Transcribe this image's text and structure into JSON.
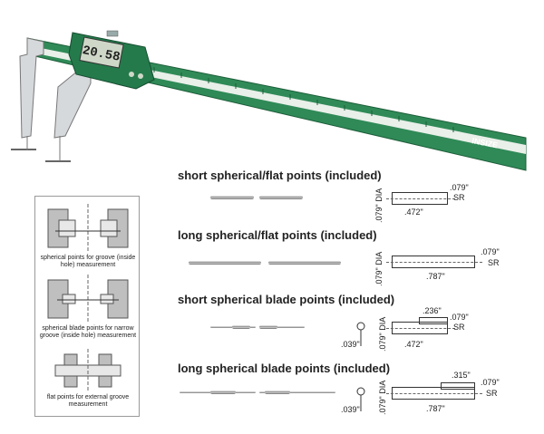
{
  "caliper": {
    "display_value": "20.58",
    "brand_label": "INSIZE"
  },
  "legend": {
    "items": [
      {
        "caption": "spherical points for groove (inside hole) measurement"
      },
      {
        "caption": "spherical blade points for narrow groove (inside hole) measurement"
      },
      {
        "caption": "flat points for external groove measurement"
      }
    ]
  },
  "sections": [
    {
      "title": "short spherical/flat points (included)",
      "dia": ".079\" DIA",
      "length": ".472\"",
      "tip": ".079\"",
      "sr": "SR"
    },
    {
      "title": "long spherical/flat points (included)",
      "dia": ".079\" DIA",
      "length": ".787\"",
      "tip": ".079\"",
      "sr": "SR"
    },
    {
      "title": "short spherical blade points (included)",
      "dia": ".079\" DIA",
      "length": ".472\"",
      "step": ".236\"",
      "tip": ".079\"",
      "sr": "SR",
      "blade": ".039\""
    },
    {
      "title": "long spherical blade points (included)",
      "dia": ".079\" DIA",
      "length": ".787\"",
      "step": ".315\"",
      "tip": ".079\"",
      "sr": "SR",
      "blade": ".039\""
    }
  ]
}
